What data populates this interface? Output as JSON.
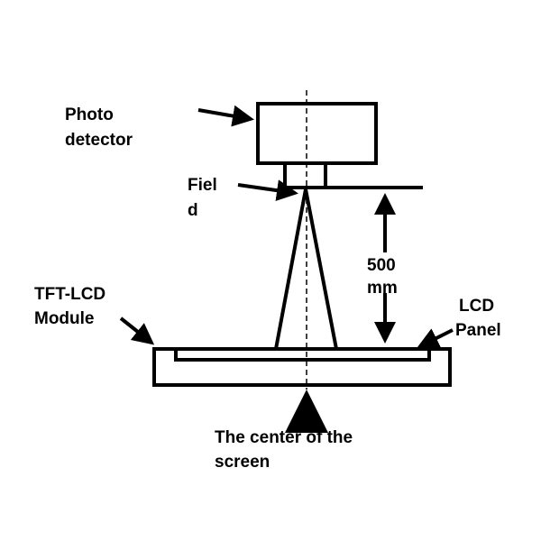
{
  "labels": {
    "photo_detector": [
      "Photo",
      "detector"
    ],
    "field": [
      "Fiel",
      "d"
    ],
    "distance": [
      "500",
      "mm"
    ],
    "tft_lcd_module": [
      "TFT-LCD",
      "Module"
    ],
    "lcd_panel": [
      "LCD",
      "Panel"
    ],
    "screen_center": [
      "The center of the",
      "screen"
    ]
  },
  "colors": {
    "stroke": "#000000",
    "background": "#ffffff"
  }
}
